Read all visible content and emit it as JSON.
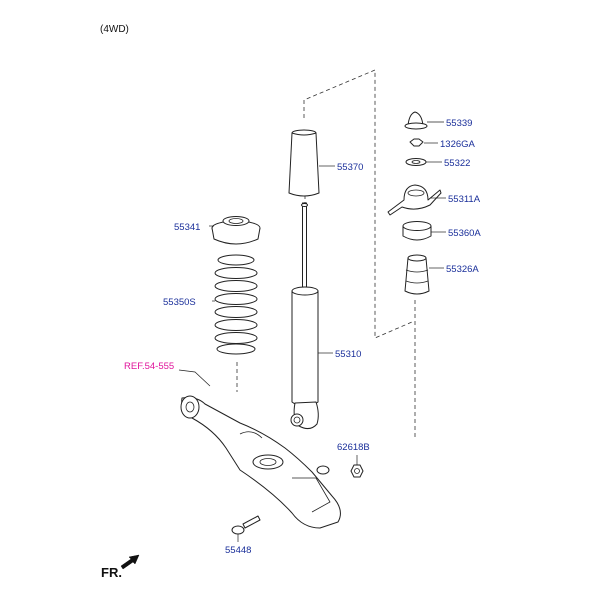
{
  "header": {
    "variant": "(4WD)"
  },
  "reference": {
    "label": "REF.54-555"
  },
  "direction": {
    "label": "FR."
  },
  "colors": {
    "part_label": "#1a2f9a",
    "reference_label": "#e0149b",
    "line": "#222222"
  },
  "parts": [
    {
      "id": "bump-stopper-cap",
      "number": "55339"
    },
    {
      "id": "nut",
      "number": "1326GA"
    },
    {
      "id": "washer",
      "number": "55322"
    },
    {
      "id": "strut-mount-bracket",
      "number": "55311A"
    },
    {
      "id": "insulator",
      "number": "55360A"
    },
    {
      "id": "bump-stopper",
      "number": "55326A"
    },
    {
      "id": "dust-cover",
      "number": "55370"
    },
    {
      "id": "spring-pad",
      "number": "55341"
    },
    {
      "id": "coil-spring",
      "number": "55350S"
    },
    {
      "id": "shock-absorber",
      "number": "55310"
    },
    {
      "id": "lower-nut",
      "number": "62618B"
    },
    {
      "id": "mounting-bolt",
      "number": "55448"
    }
  ]
}
